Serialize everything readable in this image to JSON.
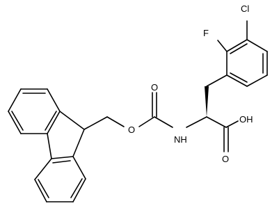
{
  "molecule": {
    "atom_labels": {
      "cl": "Cl",
      "f": "F",
      "o_ester": "O",
      "o_carbonyl_fmoc": "O",
      "nh": "NH",
      "oh": "OH",
      "o_carbonyl_acid": "O"
    }
  }
}
